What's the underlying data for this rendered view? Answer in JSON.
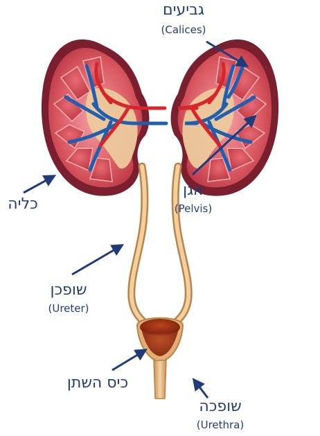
{
  "labels": {
    "calices": {
      "hebrew": "גביעים",
      "english": "(Calices)"
    },
    "pelvis": {
      "hebrew": "אגן",
      "english": "(Pelvis)"
    },
    "kidney": {
      "hebrew": "כליה"
    },
    "ureter": {
      "hebrew": "שופכן",
      "english": "(Ureter)"
    },
    "bladder": {
      "hebrew": "כיס השתן"
    },
    "urethra": {
      "hebrew": "שופכה",
      "english": "(Urethra)"
    }
  },
  "colors": {
    "label_text": "#1f3b78",
    "pointer_arrow": "#1f3b78",
    "kidney_capsule": "#7a1f2e",
    "kidney_cortex": "#d8555e",
    "pelvis_tissue": "#e9c9a0",
    "artery": "#d7262b",
    "vein": "#1f5fb0",
    "ureter": "#e1b27a",
    "bladder_wall": "#e3ad74",
    "urine": "#9a2e12"
  }
}
